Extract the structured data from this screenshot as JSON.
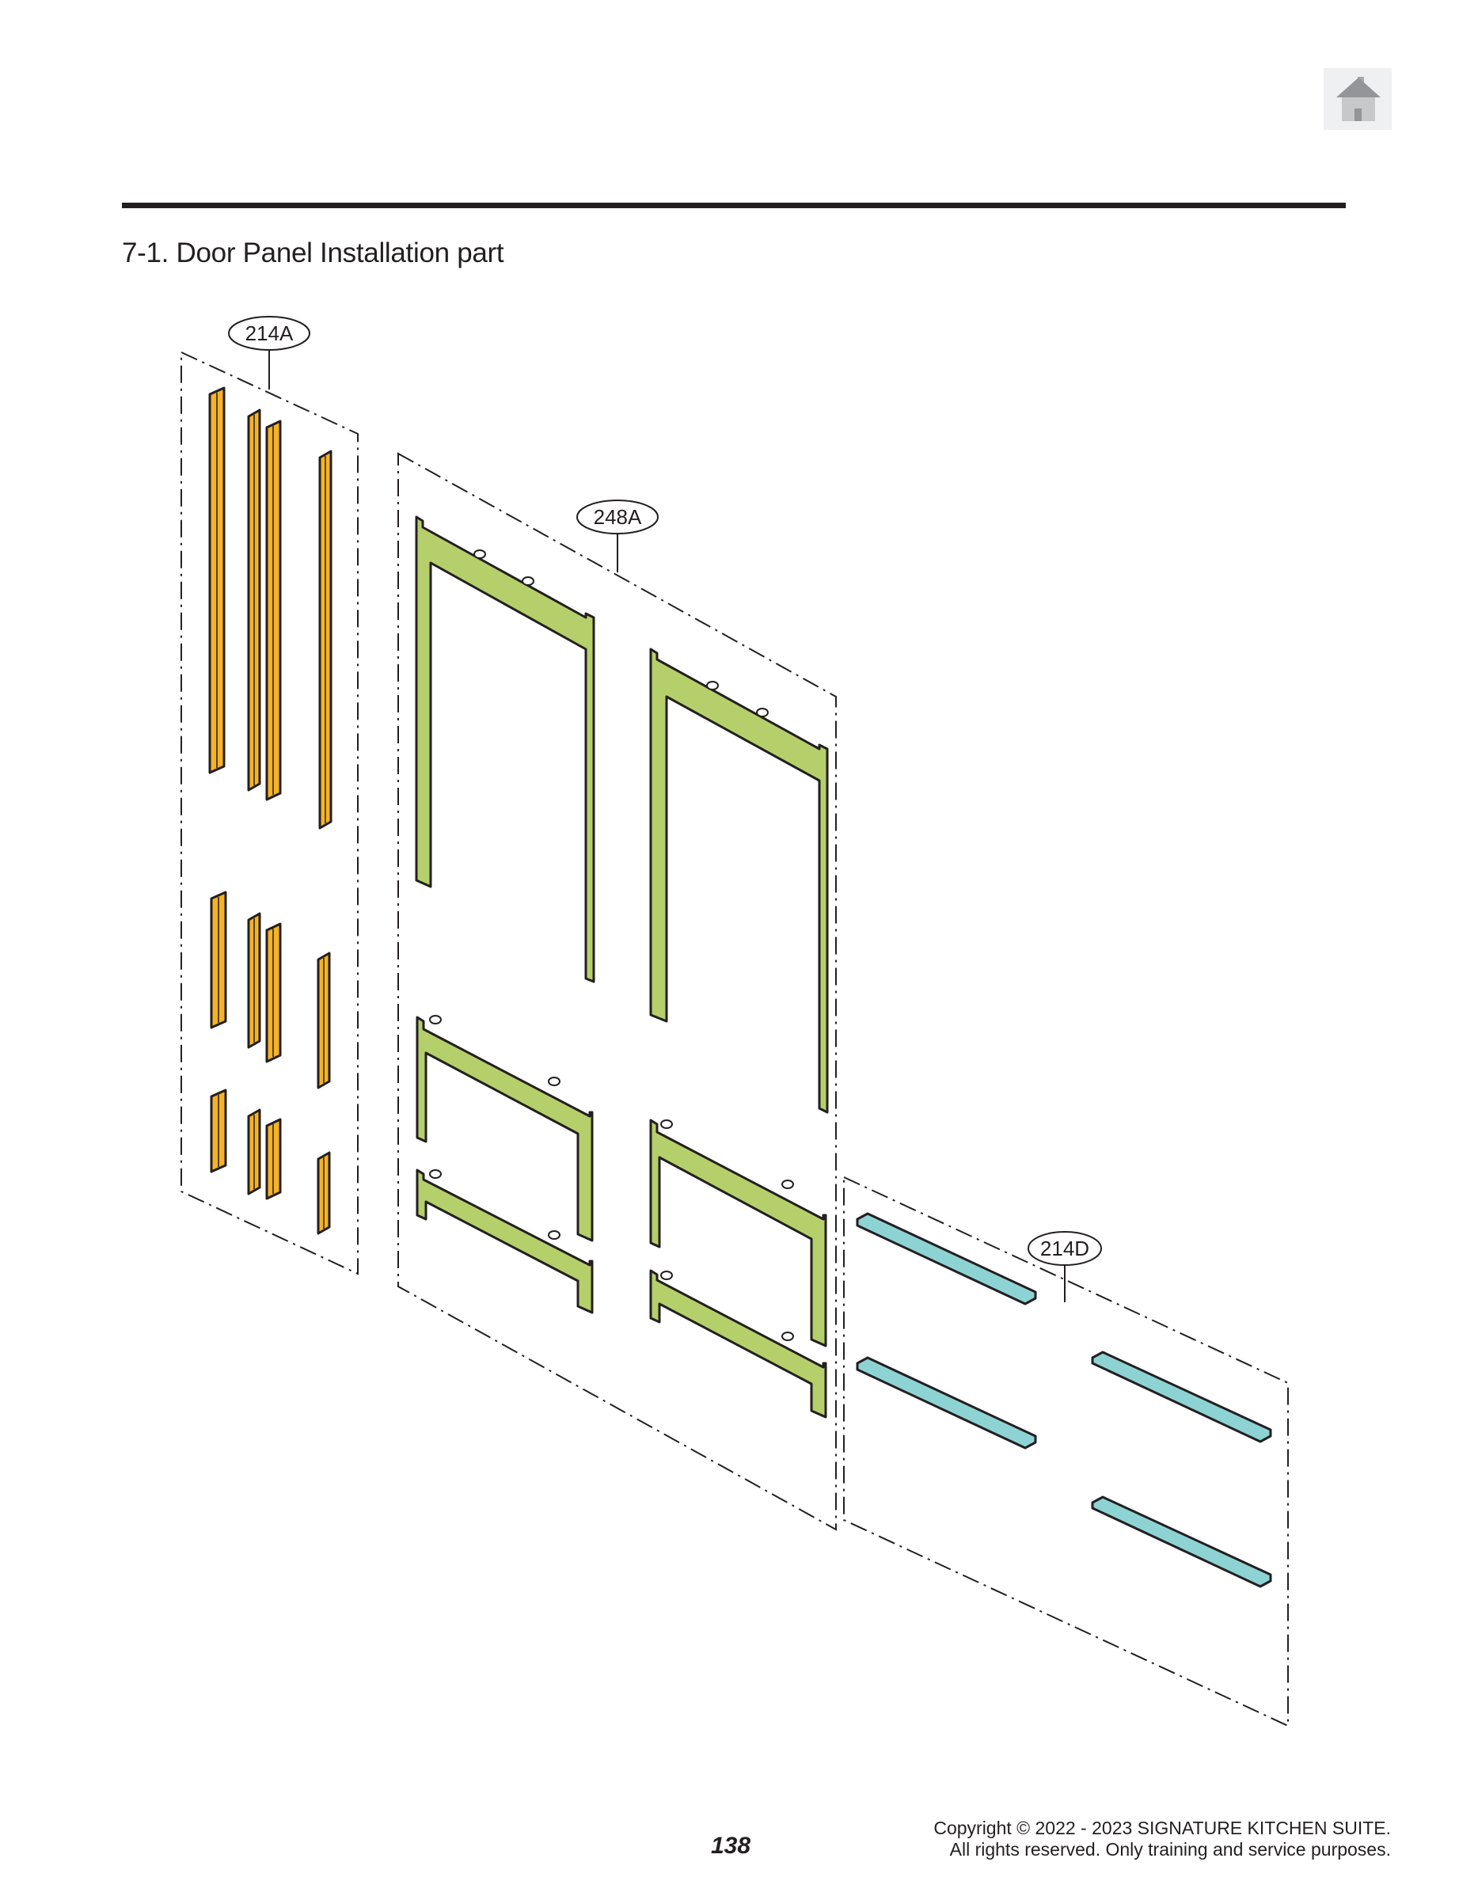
{
  "header": {
    "home_button": {
      "icon": "home-icon",
      "label": "Home"
    }
  },
  "section": {
    "title": "7-1. Door Panel Installation part"
  },
  "diagram": {
    "groups": [
      {
        "callout": "214A",
        "part_color": "#f6b327",
        "part_type": "vertical trim strips",
        "count": 12
      },
      {
        "callout": "248A",
        "part_color": "#b5cf6b",
        "part_type": "panel mounting brackets",
        "count": 6
      },
      {
        "callout": "214D",
        "part_color": "#8ed3d3",
        "part_type": "horizontal trim strips",
        "count": 4
      }
    ],
    "colors": {
      "outline": "#231f20",
      "group_border": "#231f20"
    }
  },
  "footer": {
    "page_number": "138",
    "copyright_line1": "Copyright © 2022 - 2023 SIGNATURE KITCHEN SUITE.",
    "copyright_line2": "All rights reserved. Only training and service purposes."
  }
}
